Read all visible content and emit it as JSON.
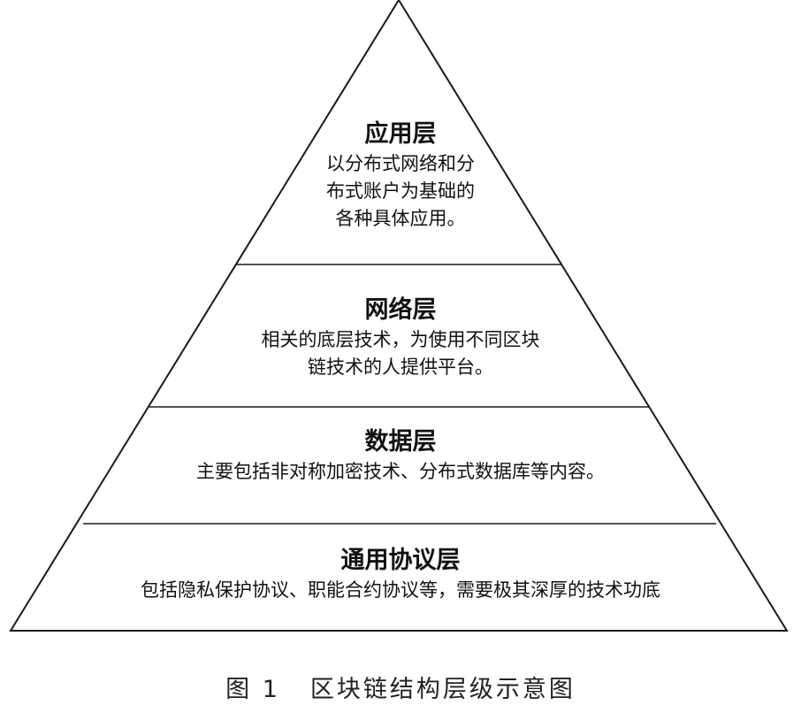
{
  "layers": [
    {
      "title": "应用层",
      "desc_lines": [
        "以分布式网络和分",
        "布式账户为基础的",
        "各种具体应用。"
      ]
    },
    {
      "title": "网络层",
      "desc_lines": [
        "相关的底层技术，为使用不同区块",
        "链技术的人提供平台。"
      ]
    },
    {
      "title": "数据层",
      "desc_lines": [
        "主要包括非对称加密技术、分布式数据库等内容。"
      ]
    },
    {
      "title": "通用协议层",
      "desc_lines": [
        "包括隐私保护协议、职能合约协议等，需要极其深厚的技术功底"
      ]
    }
  ],
  "caption": {
    "number": "图 1",
    "text": "区块链结构层级示意图"
  },
  "colors": {
    "stroke": "#1a1a1a",
    "text": "#111111"
  }
}
